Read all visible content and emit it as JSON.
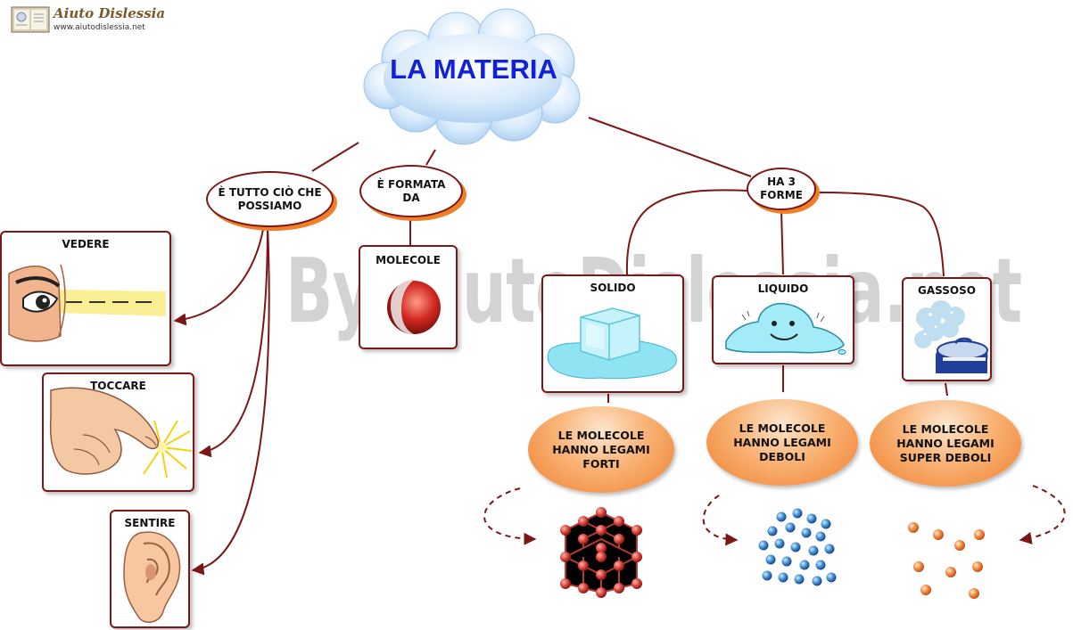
{
  "header": {
    "site_title": "Aiuto Dislessia",
    "site_url": "www.aiutodislessia.net"
  },
  "watermark": "By AiutoDislessia.net",
  "title": "LA MATERIA",
  "branches": {
    "perceive": "È TUTTO CIÒ CHE POSSIAMO",
    "formed": "È FORMATA DA",
    "forms": "HA 3 FORME"
  },
  "senses": {
    "see": "VEDERE",
    "touch": "TOCCARE",
    "hear": "SENTIRE"
  },
  "molecules": "MOLECOLE",
  "states": {
    "solid": "SOLIDO",
    "liquid": "LIQUIDO",
    "gas": "GASSOSO"
  },
  "bonds": {
    "solid": "LE MOLECOLE HANNO LEGAMI FORTI",
    "liquid": "LE MOLECOLE HANNO LEGAMI DEBOLI",
    "gas": "LE MOLECOLE HANNO LEGAMI SUPER DEBOLI"
  },
  "colors": {
    "line": "#7b1716",
    "title": "#1220d8",
    "node_shadow": "#f07f2a",
    "bubble": "#f49a4e"
  }
}
